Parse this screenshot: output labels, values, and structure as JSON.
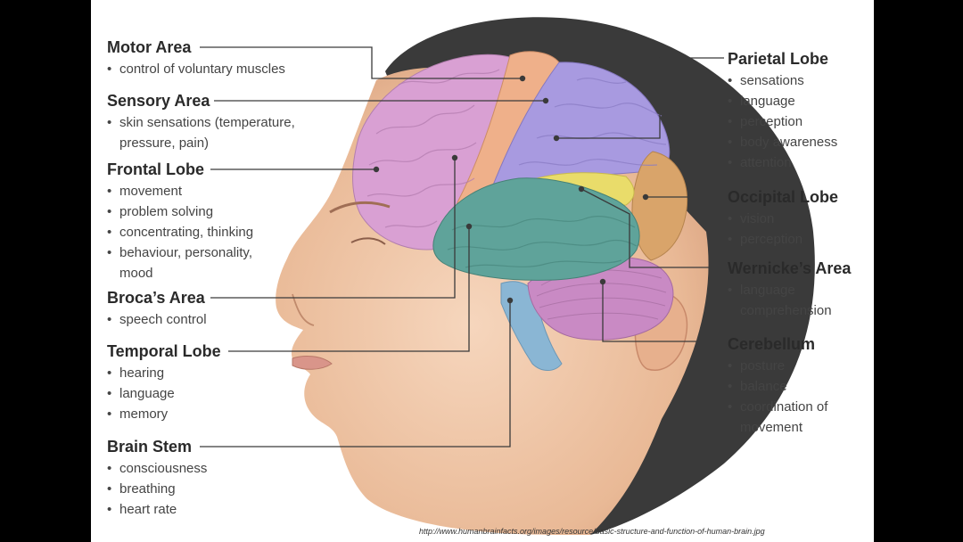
{
  "labels": {
    "motor": {
      "title": "Motor Area",
      "points": [
        "control of voluntary muscles"
      ]
    },
    "sensory": {
      "title": "Sensory Area",
      "points": [
        "skin sensations (temperature, pressure, pain)"
      ]
    },
    "frontal": {
      "title": "Frontal Lobe",
      "points": [
        "movement",
        "problem solving",
        "concentrating, thinking",
        "behaviour, personality, mood"
      ]
    },
    "broca": {
      "title": "Broca’s Area",
      "points": [
        "speech control"
      ]
    },
    "temporal": {
      "title": "Temporal Lobe",
      "points": [
        "hearing",
        "language",
        "memory"
      ]
    },
    "brainstem": {
      "title": "Brain Stem",
      "points": [
        "consciousness",
        "breathing",
        "heart rate"
      ]
    },
    "parietal": {
      "title": "Parietal Lobe",
      "points": [
        "sensations",
        "language",
        "perception",
        "body awareness",
        "attention"
      ]
    },
    "occipital": {
      "title": "Occipital Lobe",
      "points": [
        "vision",
        "perception"
      ]
    },
    "wernicke": {
      "title": "Wernicke’s Area",
      "points": [
        "language comprehension"
      ]
    },
    "cerebellum": {
      "title": "Cerebellum",
      "points": [
        "posture",
        "balance",
        "coordination of movement"
      ]
    }
  },
  "source_url": "http://www.humanbrainfacts.org/images/resource/basic-structure-and-function-of-human-brain.jpg",
  "colors": {
    "frontal": "#d9a0d3",
    "motor": "#efb08a",
    "parietal": "#a89ae0",
    "occipital": "#d9a46a",
    "wernicke": "#e9dc6a",
    "temporal": "#5fa39a",
    "cerebellum": "#c98ac4",
    "brainstem": "#8ab6d4",
    "skin": "#f0c7a6",
    "hair": "#3a3a3a"
  }
}
